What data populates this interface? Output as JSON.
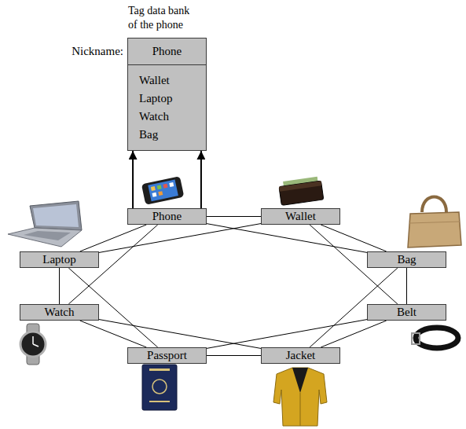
{
  "diagram": {
    "nodes": [
      {
        "text": [
          "Tag data bank of the phone",
          "Phone",
          "Wallet Laptop Watch Bag"
        ]
      },
      {
        "text": [
          "Phone"
        ]
      },
      {
        "text": [
          "Wallet"
        ]
      },
      {
        "text": [
          "Laptop"
        ]
      },
      {
        "text": [
          "Bag"
        ]
      },
      {
        "text": [
          "Watch"
        ]
      },
      {
        "text": [
          "Belt"
        ]
      },
      {
        "text": [
          "Passport"
        ]
      },
      {
        "text": [
          "Jacket"
        ]
      }
    ],
    "edges": [
      {
        "from": 1,
        "to": 0,
        "arrow": "to"
      },
      {
        "from": 1,
        "to": 0,
        "arrow": "to"
      },
      {
        "from": 1,
        "to": 2,
        "arrow": "none"
      },
      {
        "from": 1,
        "to": 3,
        "arrow": "none"
      },
      {
        "from": 1,
        "to": 4,
        "arrow": "none"
      },
      {
        "from": 1,
        "to": 5,
        "arrow": "none"
      },
      {
        "from": 2,
        "to": 3,
        "arrow": "none"
      },
      {
        "from": 2,
        "to": 4,
        "arrow": "none"
      },
      {
        "from": 2,
        "to": 6,
        "arrow": "none"
      },
      {
        "from": 3,
        "to": 5,
        "arrow": "none"
      },
      {
        "from": 3,
        "to": 7,
        "arrow": "none"
      },
      {
        "from": 4,
        "to": 6,
        "arrow": "none"
      },
      {
        "from": 4,
        "to": 8,
        "arrow": "none"
      },
      {
        "from": 5,
        "to": 7,
        "arrow": "none"
      },
      {
        "from": 5,
        "to": 8,
        "arrow": "none"
      },
      {
        "from": 6,
        "to": 7,
        "arrow": "none"
      },
      {
        "from": 6,
        "to": 8,
        "arrow": "none"
      },
      {
        "from": 7,
        "to": 8,
        "arrow": "none"
      }
    ],
    "labels": [
      "Nickname:"
    ]
  }
}
